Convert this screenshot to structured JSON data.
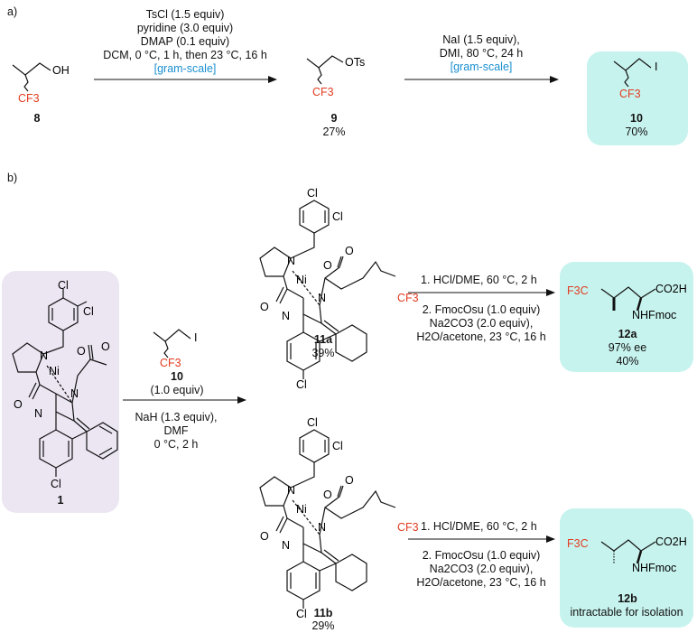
{
  "panels": {
    "a": "a)",
    "b": "b)"
  },
  "colors": {
    "highlight_box": "#c7f3ee",
    "start_box": "#ece6f3",
    "scale_text": "#1a8fd1",
    "cf3_text": "#e23b20"
  },
  "reaction_a": {
    "step1": [
      "TsCl (1.5 equiv)",
      "pyridine (3.0 equiv)",
      "DMAP (0.1 equiv)",
      "DCM, 0 °C, 1 h, then 23 °C, 16 h"
    ],
    "step1_scale": "[gram-scale]",
    "step2": [
      "NaI (1.5 equiv),",
      "DMI, 80 °C, 24 h"
    ],
    "step2_scale": "[gram-scale]",
    "compounds": [
      {
        "id": "8",
        "yield": "",
        "groups": [
          "OH",
          "CF3"
        ]
      },
      {
        "id": "9",
        "yield": "27%",
        "groups": [
          "OTs",
          "CF3"
        ]
      },
      {
        "id": "10",
        "yield": "70%",
        "groups": [
          "I",
          "CF3"
        ]
      }
    ]
  },
  "reaction_b": {
    "reagent": {
      "id": "10",
      "amount": "(1.0 equiv)"
    },
    "alkylation_conditions": [
      "NaH (1.3 equiv),",
      "DMF",
      "0 °C, 2 h"
    ],
    "start": {
      "id": "1"
    },
    "intermediates": [
      {
        "id": "11a",
        "yield": "39%"
      },
      {
        "id": "11b",
        "yield": "29%"
      }
    ],
    "deprotection": [
      "1. HCl/DME, 60 °C, 2 h",
      "2. FmocOsu (1.0 equiv)",
      "Na2CO3 (2.0 equiv),",
      "H2O/acetone, 23 °C, 16 h"
    ],
    "products": [
      {
        "id": "12a",
        "notes": [
          "97% ee",
          "40%"
        ]
      },
      {
        "id": "12b",
        "notes": [
          "intractable for isolation"
        ]
      }
    ]
  },
  "atoms": {
    "cl": "Cl",
    "n": "N",
    "ni": "Ni",
    "o": "O",
    "co2h": "CO2H",
    "nhfmoc": "NHFmoc",
    "f3c": "F3C"
  }
}
